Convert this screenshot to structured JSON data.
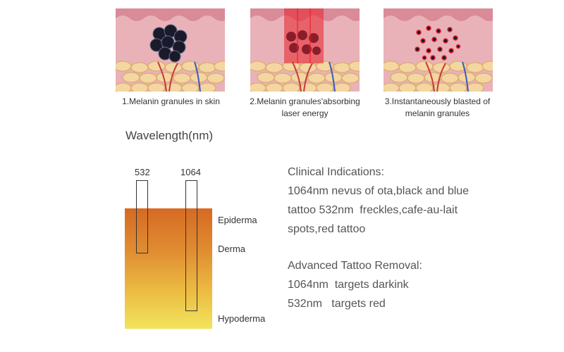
{
  "panels": [
    {
      "caption_lines": [
        "1.Melanin granules in skin"
      ]
    },
    {
      "caption_lines": [
        "2.Melanin granules'absorbing",
        "laser energy"
      ]
    },
    {
      "caption_lines": [
        "3.Instantaneously blasted of",
        "melanin granules"
      ]
    }
  ],
  "wavelength": {
    "title": "Wavelength(nm)",
    "beams": [
      {
        "label": "532"
      },
      {
        "label": "1064"
      }
    ],
    "layers": [
      "Epiderma",
      "Derma",
      "Hypoderma"
    ]
  },
  "clinical": {
    "heading": "Clinical Indications:",
    "lines": [
      "1064nm nevus of ota,black and blue",
      "tattoo 532nm  freckles,cafe-au-lait",
      "spots,red tattoo"
    ]
  },
  "tattoo": {
    "heading": "Advanced Tattoo Removal:",
    "lines": [
      "1064nm  targets darkink",
      "532nm   targets red"
    ]
  },
  "colors": {
    "skin_top": "#d66a22",
    "skin_bottom": "#f2e45d",
    "laser": "#e8202a",
    "melanin": "#1a1a2a"
  }
}
